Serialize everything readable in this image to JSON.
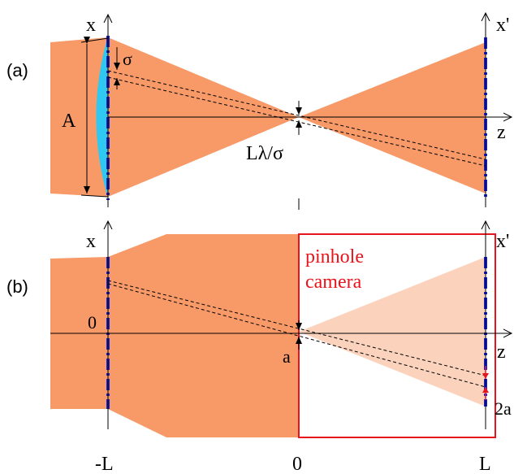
{
  "panel_a": {
    "label": "(a)",
    "x_axis_label": "x",
    "xprime_axis_label": "x'",
    "z_axis_label": "z",
    "aperture_label": "A",
    "sigma_label": "σ",
    "resolution_label": "Lλ/σ"
  },
  "panel_b": {
    "label": "(b)",
    "x_axis_label": "x",
    "xprime_axis_label": "x'",
    "z_axis_label": "z",
    "zero_label": "0",
    "a_label": "a",
    "two_a_label": "2a",
    "pinhole_line1": "pinhole",
    "pinhole_line2": "camera"
  },
  "bottom_axis": {
    "minus_L": "-L",
    "zero": "0",
    "L": "L"
  },
  "colors": {
    "beam": "#f79a68",
    "beam_light": "#fbd3bd",
    "lens": "#2ec8f0",
    "plane_dash": "#1a22cc",
    "pinhole_box": "#e8141b",
    "axis": "#000000"
  }
}
